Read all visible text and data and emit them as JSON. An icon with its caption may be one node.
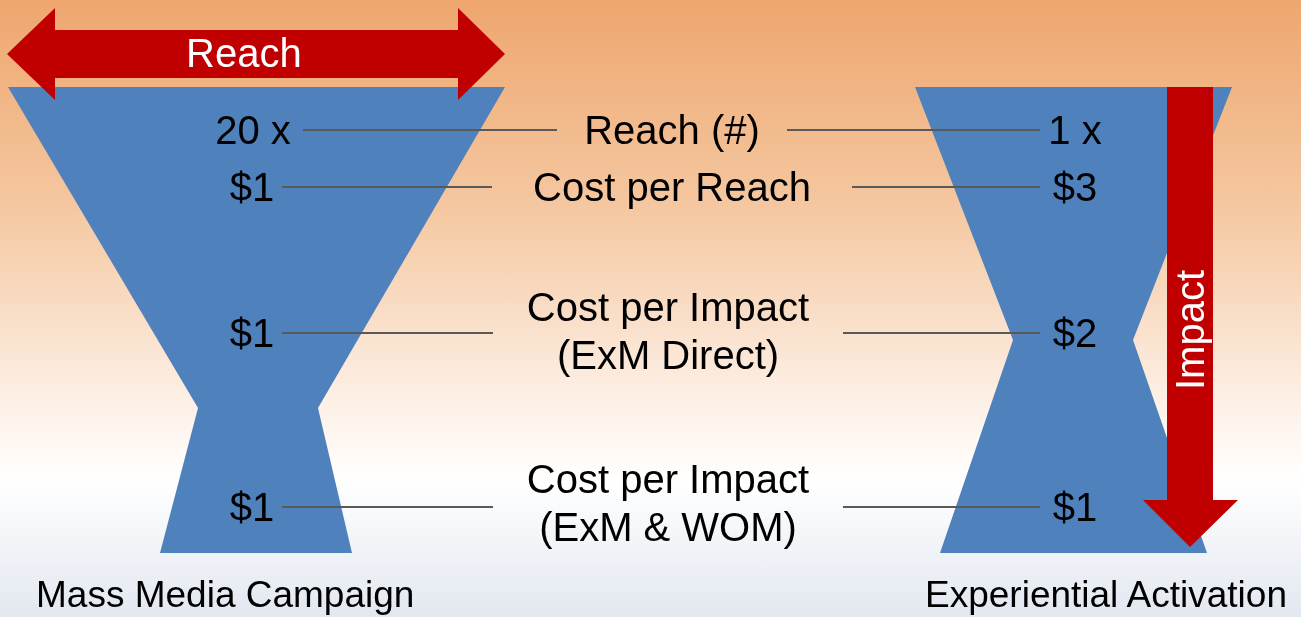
{
  "diagram": {
    "nodes": [
      {
        "text": [
          "20 x"
        ]
      },
      {
        "text": [
          "Reach (#)"
        ]
      },
      {
        "text": [
          "1 x"
        ]
      },
      {
        "text": [
          "$1"
        ]
      },
      {
        "text": [
          "Cost per Reach"
        ]
      },
      {
        "text": [
          "$3"
        ]
      },
      {
        "text": [
          "$1"
        ]
      },
      {
        "text": [
          "Cost per Impact (ExM Direct)"
        ]
      },
      {
        "text": [
          "$2"
        ]
      },
      {
        "text": [
          "$1"
        ]
      },
      {
        "text": [
          "Cost per Impact (ExM & WOM)"
        ]
      },
      {
        "text": [
          "$1"
        ]
      }
    ],
    "edges": [
      {
        "from": 1,
        "to": 0,
        "arrow": "none"
      },
      {
        "from": 1,
        "to": 2,
        "arrow": "none"
      },
      {
        "from": 4,
        "to": 3,
        "arrow": "none"
      },
      {
        "from": 4,
        "to": 5,
        "arrow": "none"
      },
      {
        "from": 7,
        "to": 6,
        "arrow": "none"
      },
      {
        "from": 7,
        "to": 8,
        "arrow": "none"
      },
      {
        "from": 10,
        "to": 9,
        "arrow": "none"
      },
      {
        "from": 10,
        "to": 11,
        "arrow": "none"
      }
    ],
    "labels": [
      "Reach",
      "Impact",
      "Mass Media Campaign",
      "Experiential Activation"
    ]
  }
}
